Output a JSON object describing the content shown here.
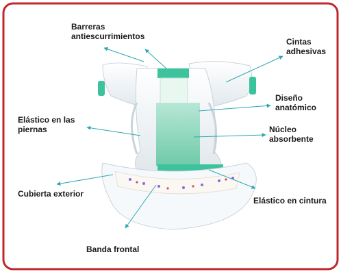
{
  "labels": {
    "barreras": [
      "Barreras",
      "antiescurrimientos"
    ],
    "cintas": [
      "Cintas",
      "adhesivas"
    ],
    "diseno": [
      "Diseño",
      "anatómico"
    ],
    "elastico_piernas": [
      "Elástico en las",
      "piernas"
    ],
    "nucleo": [
      "Núcleo",
      "absorbente"
    ],
    "cubierta": [
      "Cubierta exterior"
    ],
    "elastico_cintura": [
      "Elástico en cintura"
    ],
    "banda": [
      "Banda frontal"
    ]
  },
  "colors": {
    "border": "#c0272d",
    "arrow": "#2aa8b0",
    "band": "#3cc39d",
    "core": "#7ed4b8",
    "diaper_white": "#f3f6f8",
    "shadow": "#cfd8de"
  }
}
